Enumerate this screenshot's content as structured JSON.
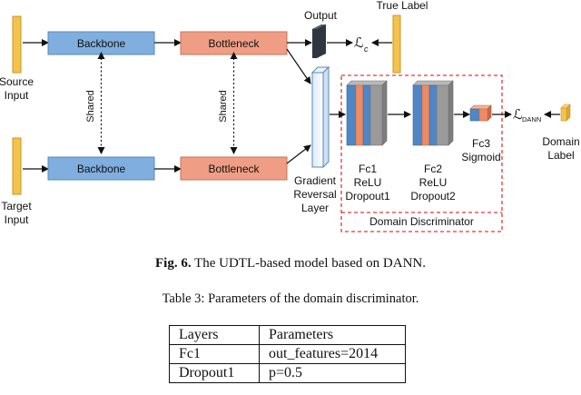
{
  "diagram": {
    "source_input": [
      "Source",
      "Input"
    ],
    "target_input": [
      "Target",
      "Input"
    ],
    "backbone": "Backbone",
    "bottleneck": "Bottleneck",
    "shared": "Shared",
    "output": "Output",
    "true_label": "True Label",
    "loss_c": "ℒ",
    "loss_c_sub": "c",
    "grl": [
      "Gradient",
      "Reversal",
      "Layer"
    ],
    "fc1": [
      "Fc1",
      "ReLU",
      "Dropout1"
    ],
    "fc2": [
      "Fc2",
      "ReLU",
      "Dropout2"
    ],
    "fc3": [
      "Fc3",
      "Sigmoid"
    ],
    "loss_dann": "ℒ",
    "loss_dann_sub": "DANN",
    "domain_label": [
      "Domain",
      "Label"
    ],
    "domain_discriminator": "Domain Discriminator",
    "colors": {
      "block_fill": "#7faedf",
      "bottleneck_fill": "#ef9e85",
      "label_bar": "#f5c24a",
      "fc_blue": "#4f86c6",
      "fc_orange": "#ef8a63",
      "fc_gray": "#9a9a9a",
      "dashed_red": "#e03a3a",
      "output_dark": "#2f3642"
    }
  },
  "figure_caption": {
    "label": "Fig. 6.",
    "text": " The UDTL-based model based on DANN."
  },
  "table_caption": "Table 3: Parameters of the domain discriminator.",
  "table": {
    "headers": [
      "Layers",
      "Parameters"
    ],
    "rows": [
      [
        "Fc1",
        "out_features=2014"
      ],
      [
        "Dropout1",
        "p=0.5"
      ]
    ]
  }
}
